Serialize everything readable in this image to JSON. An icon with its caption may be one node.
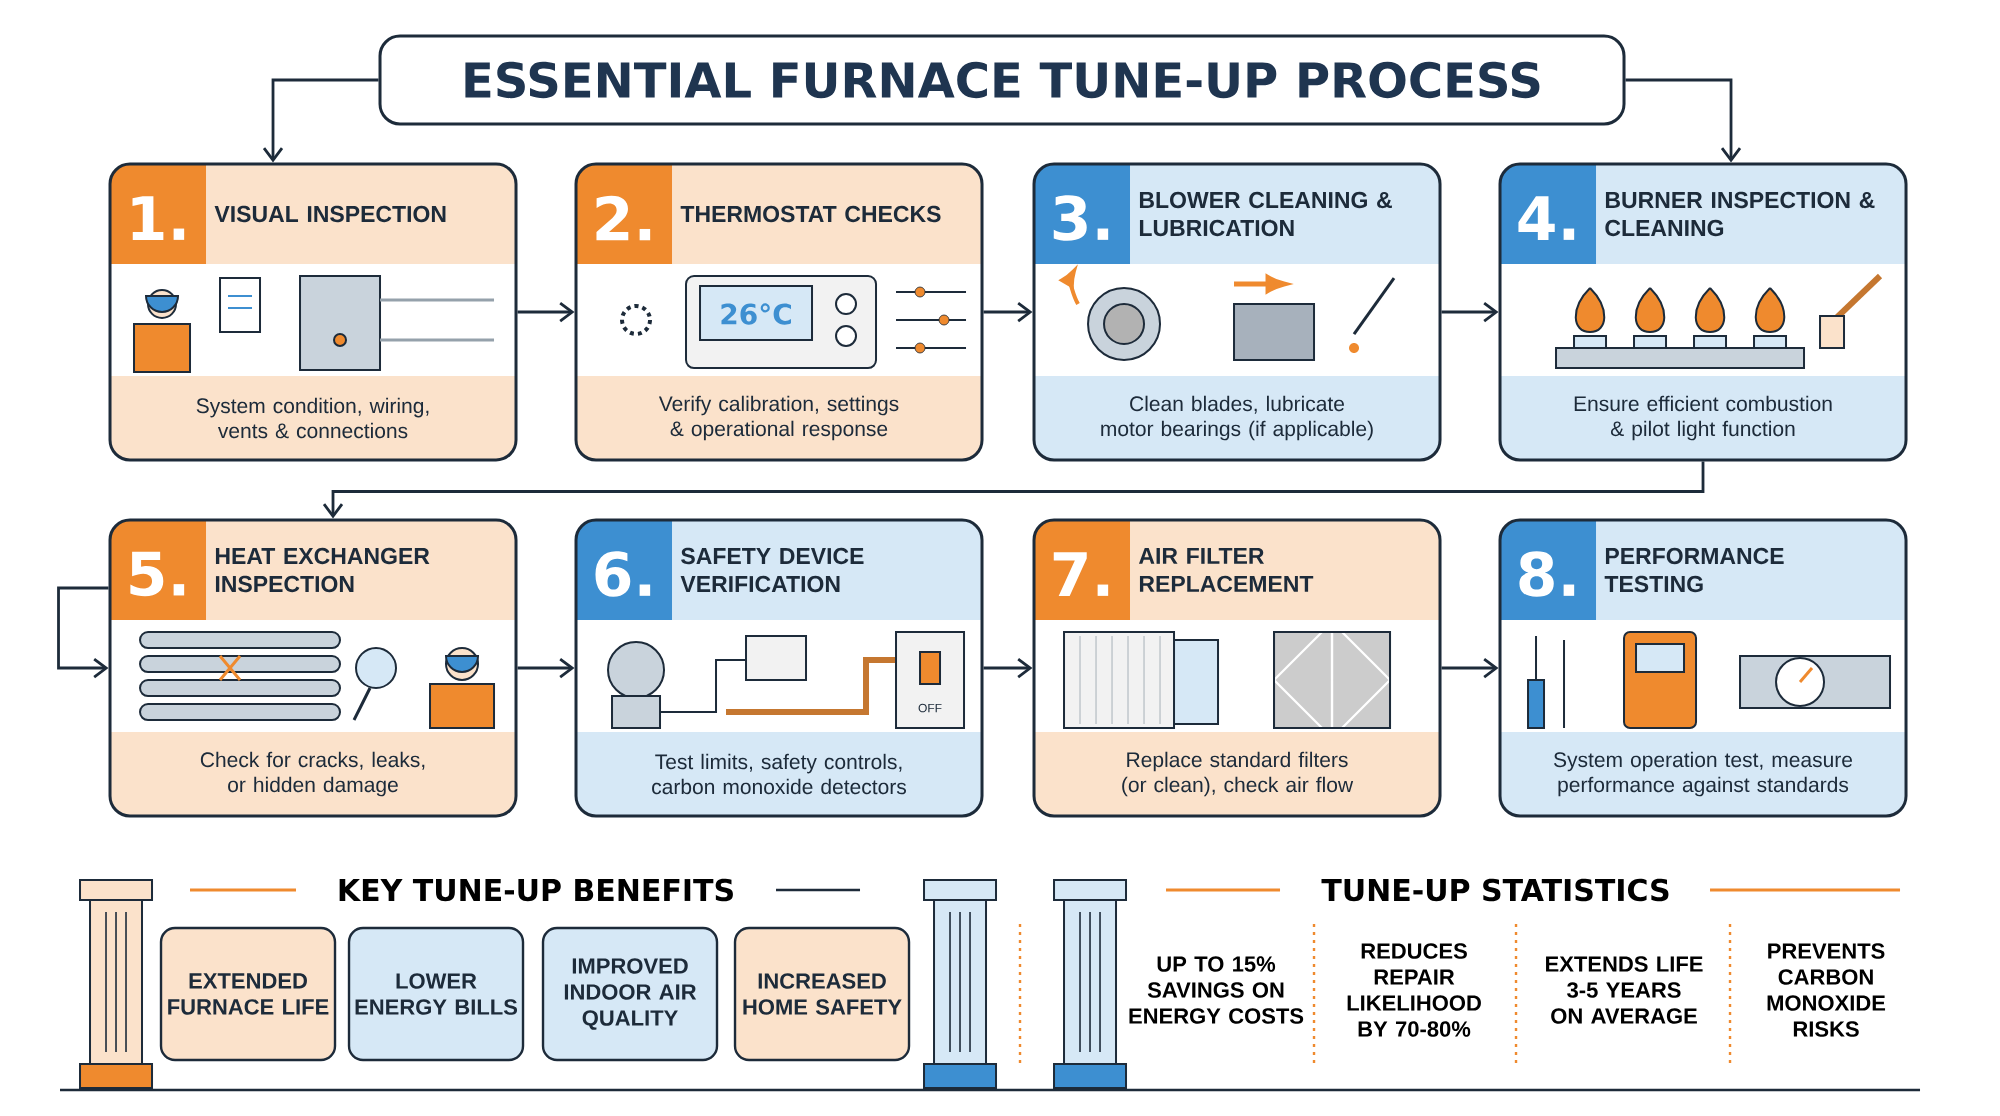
{
  "diagram": {
    "nodes": [
      {
        "text": [
          "ESSENTIAL FURNACE TUNE-UP PROCESS"
        ]
      },
      {
        "text": [
          "1.",
          "VISUAL INSPECTION",
          "System condition, wiring, vents & connections"
        ]
      },
      {
        "text": [
          "2.",
          "THERMOSTAT CHECKS",
          "Verify calibration, settings & operational response"
        ]
      },
      {
        "text": [
          "3.",
          "BLOWER CLEANING & LUBRICATION",
          "Clean blades, lubricate motor bearings (if applicable)"
        ]
      },
      {
        "text": [
          "4.",
          "BURNER INSPECTION & CLEANING",
          "Ensure efficient combustion & pilot light function"
        ]
      },
      {
        "text": [
          "5.",
          "HEAT EXCHANGER INSPECTION",
          "Check for cracks, leaks, or hidden damage"
        ]
      },
      {
        "text": [
          "6.",
          "SAFETY DEVICE VERIFICATION",
          "Test limits, safety controls, carbon monoxide detectors"
        ]
      },
      {
        "text": [
          "7.",
          "AIR FILTER REPLACEMENT",
          "Replace standard filters (or clean), check air flow"
        ]
      },
      {
        "text": [
          "8.",
          "PERFORMANCE TESTING",
          "System operation test, measure performance against standards"
        ]
      },
      {
        "text": [
          "EXTENDED FURNACE LIFE"
        ]
      },
      {
        "text": [
          "LOWER ENERGY BILLS"
        ]
      },
      {
        "text": [
          "IMPROVED INDOOR AIR QUALITY"
        ]
      },
      {
        "text": [
          "INCREASED HOME SAFETY"
        ]
      }
    ],
    "edges": [
      {
        "from": 0,
        "to": 1,
        "arrow": "to"
      },
      {
        "from": 0,
        "to": 4,
        "arrow": "to"
      },
      {
        "from": 1,
        "to": 2,
        "arrow": "to"
      },
      {
        "from": 2,
        "to": 3,
        "arrow": "to"
      },
      {
        "from": 3,
        "to": 4,
        "arrow": "to"
      },
      {
        "from": 4,
        "to": 5,
        "arrow": "to"
      },
      {
        "from": 5,
        "to": 5,
        "arrow": "to"
      },
      {
        "from": 5,
        "to": 6,
        "arrow": "to"
      },
      {
        "from": 6,
        "to": 7,
        "arrow": "to"
      },
      {
        "from": 7,
        "to": 8,
        "arrow": "to"
      }
    ],
    "labels": [
      "26°C",
      "OFF",
      "KEY TUNE-UP BENEFITS",
      "TUNE-UP STATISTICS",
      "UP TO 15% SAVINGS ON ENERGY COSTS",
      "REDUCES REPAIR LIKELIHOOD BY 70-80%",
      "EXTENDS LIFE 3-5 YEARS ON AVERAGE",
      "PREVENTS CARBON MONOXIDE RISKS"
    ]
  }
}
